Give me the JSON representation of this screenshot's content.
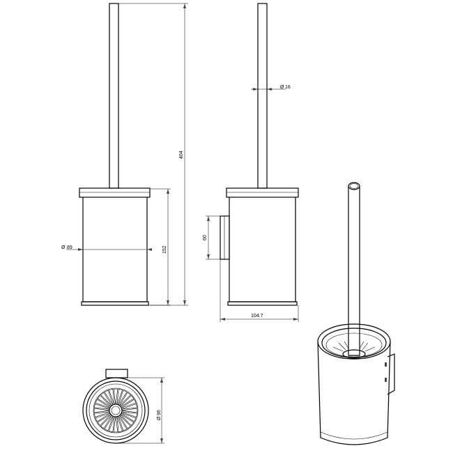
{
  "dimensions": {
    "total_height": "404",
    "cup_height": "152",
    "cup_diameter": "89",
    "handle_diameter": "16",
    "bracket_height": "60",
    "depth": "104.7",
    "base_diameter": "96"
  },
  "symbols": {
    "diameter": "Ø"
  },
  "colors": {
    "line": "#000000",
    "background": "#ffffff"
  }
}
